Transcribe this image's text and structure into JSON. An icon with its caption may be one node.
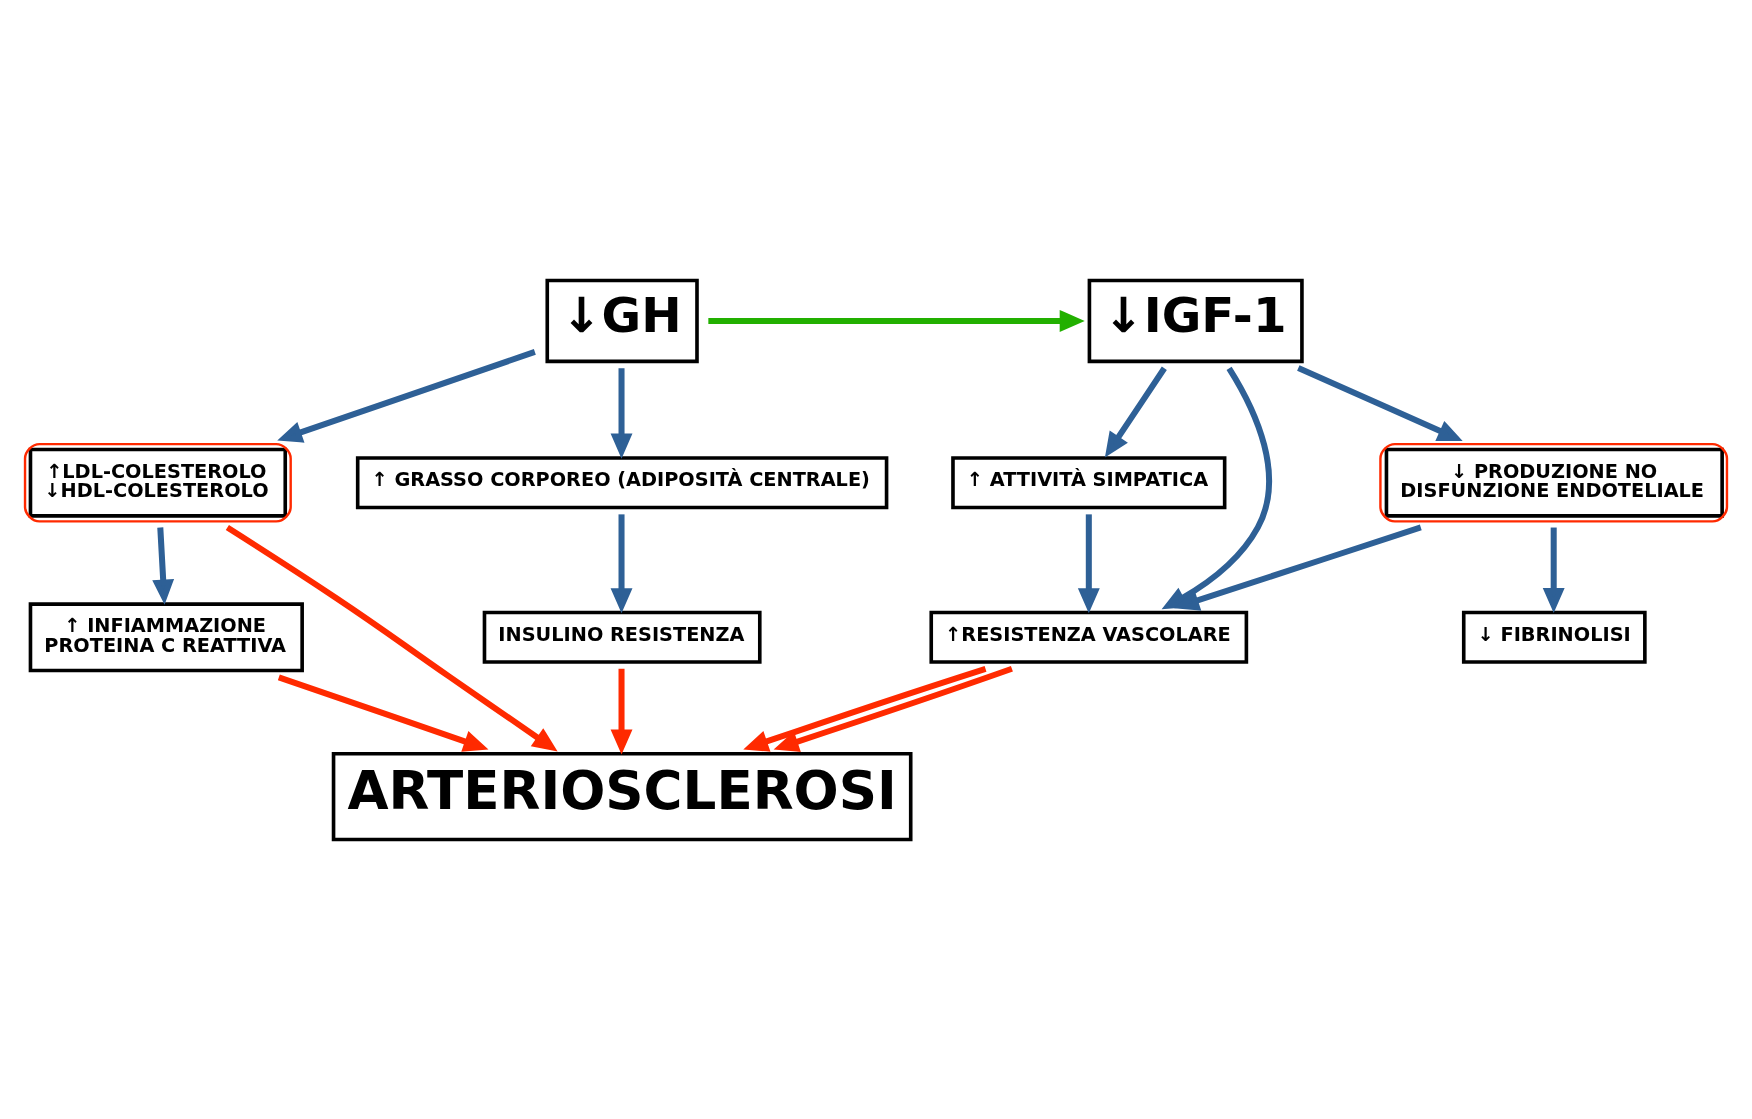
{
  "diagram": {
    "nodes": [
      {
        "text": [
          "↓GH"
        ]
      },
      {
        "text": [
          "↓IGF-1"
        ]
      },
      {
        "text": [
          "↑LDL-COLESTEROLO",
          "↓HDL-COLESTEROLO"
        ]
      },
      {
        "text": [
          "↑ GRASSO CORPOREO (ADIPOSITÀ CENTRALE)"
        ]
      },
      {
        "text": [
          "↑ ATTIVITÀ SIMPATICA"
        ]
      },
      {
        "text": [
          "↓ PRODUZIONE NO",
          "DISFUNZIONE ENDOTELIALE"
        ]
      },
      {
        "text": [
          "↑ INFIAMMAZIONE",
          "PROTEINA C REATTIVA"
        ]
      },
      {
        "text": [
          "INSULINO RESISTENZA"
        ]
      },
      {
        "text": [
          "↑RESISTENZA VASCOLARE"
        ]
      },
      {
        "text": [
          "↓ FIBRINOLISI"
        ]
      },
      {
        "text": [
          "ARTERIOSCLEROSI"
        ]
      }
    ],
    "edges": [
      {
        "from": 0,
        "to": 1,
        "arrow": "to",
        "color": "#22b000"
      },
      {
        "from": 0,
        "to": 2,
        "arrow": "to"
      },
      {
        "from": 0,
        "to": 3,
        "arrow": "to"
      },
      {
        "from": 1,
        "to": 4,
        "arrow": "to"
      },
      {
        "from": 1,
        "to": 8,
        "arrow": "to"
      },
      {
        "from": 1,
        "to": 5,
        "arrow": "to"
      },
      {
        "from": 2,
        "to": 6,
        "arrow": "to"
      },
      {
        "from": 3,
        "to": 7,
        "arrow": "to"
      },
      {
        "from": 4,
        "to": 8,
        "arrow": "to"
      },
      {
        "from": 5,
        "to": 8,
        "arrow": "to"
      },
      {
        "from": 5,
        "to": 9,
        "arrow": "to"
      },
      {
        "from": 6,
        "to": 10,
        "arrow": "to",
        "color": "#ff2a00"
      },
      {
        "from": 2,
        "to": 10,
        "arrow": "to",
        "color": "#ff2a00"
      },
      {
        "from": 7,
        "to": 10,
        "arrow": "to",
        "color": "#ff2a00"
      },
      {
        "from": 8,
        "to": 10,
        "arrow": "to",
        "color": "#ff2a00"
      },
      {
        "from": 8,
        "to": 10,
        "arrow": "to",
        "color": "#ff2a00"
      }
    ]
  }
}
